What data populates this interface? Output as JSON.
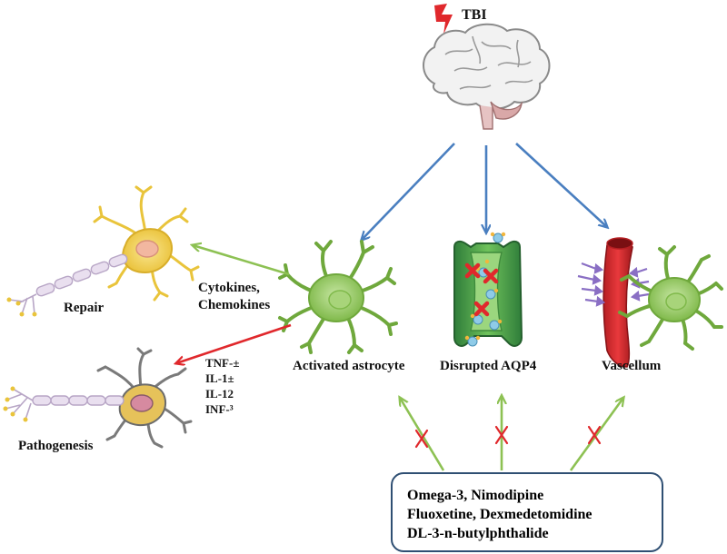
{
  "labels": {
    "tbi": "TBI",
    "activated_astrocyte": "Activated astrocyte",
    "disrupted_aqp4": "Disrupted  AQP4",
    "vascellum": "Vascellum",
    "repair": "Repair",
    "pathogenesis": "Pathogenesis",
    "cytokines_line1": "Cytokines,",
    "cytokines_line2": "Chemokines"
  },
  "inflammatory_factors": [
    "TNF-±",
    "IL-1±",
    "IL-12",
    "INF-³"
  ],
  "drugs": {
    "line1": "Omega-3, Nimodipine",
    "line2": "Fluoxetine, Dexmedetomidine",
    "line3": "DL-3-n-butylphthalide"
  },
  "colors": {
    "blue_arrow": "#4a7fc0",
    "green_arrow": "#8dc153",
    "red_arrow": "#e0282c",
    "astrocyte_green": "#8cc152",
    "neuron_yellow": "#f5d24a",
    "vessel_red": "#d9262b",
    "drug_box_border": "#2f4f73"
  },
  "icons": [
    "lightning-icon",
    "brain-icon",
    "astrocyte-icon",
    "aqp4-channel-icon",
    "blood-vessel-icon",
    "neuron-icon",
    "inhibition-x-icon"
  ]
}
